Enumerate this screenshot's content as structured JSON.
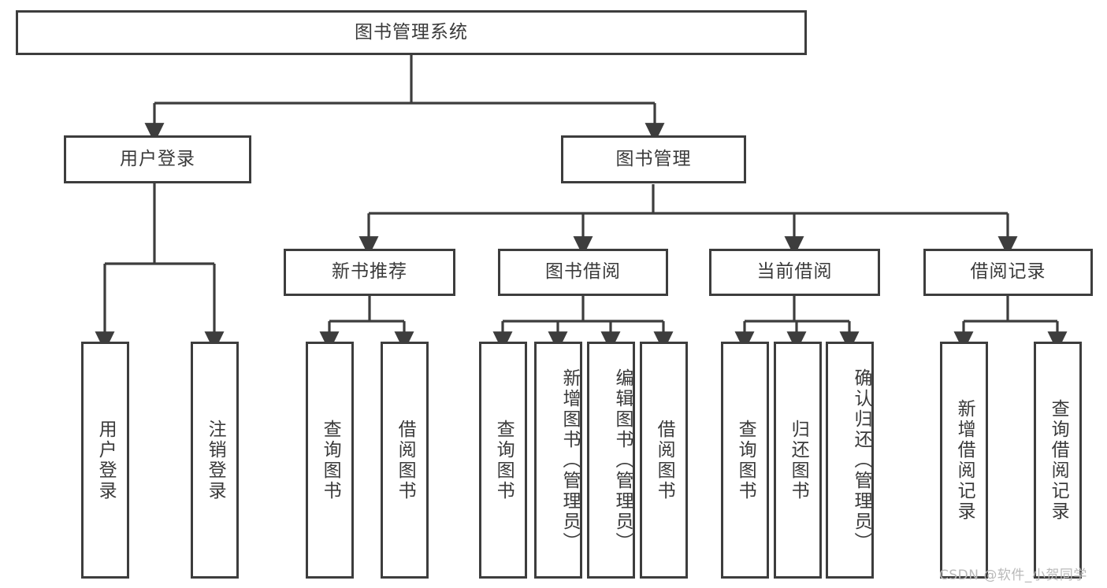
{
  "diagram": {
    "title": "图书管理系统",
    "type": "tree-structure-diagram",
    "stroke_color": "#3d3d3d",
    "text_color": "#3a3a3a",
    "background_color": "#ffffff"
  },
  "nodes": {
    "root": {
      "label": "图书管理系统"
    },
    "level1": [
      {
        "id": "user-login",
        "label": "用户登录"
      },
      {
        "id": "book-manage",
        "label": "图书管理"
      }
    ],
    "level2": [
      {
        "id": "new-book-recommend",
        "label": "新书推荐"
      },
      {
        "id": "book-borrow",
        "label": "图书借阅"
      },
      {
        "id": "current-borrow",
        "label": "当前借阅"
      },
      {
        "id": "borrow-record",
        "label": "借阅记录"
      }
    ],
    "leaves": [
      {
        "id": "leaf-user-login",
        "label": "用户登录",
        "parent": "user-login"
      },
      {
        "id": "leaf-logout-login",
        "label": "注销登录",
        "parent": "user-login"
      },
      {
        "id": "leaf-query-book-1",
        "label": "查询图书",
        "parent": "new-book-recommend"
      },
      {
        "id": "leaf-borrow-book-1",
        "label": "借阅图书",
        "parent": "new-book-recommend"
      },
      {
        "id": "leaf-query-book-2",
        "label": "查询图书",
        "parent": "book-borrow"
      },
      {
        "id": "leaf-add-book",
        "label": "新增图书（管理员）",
        "parent": "book-borrow"
      },
      {
        "id": "leaf-edit-book",
        "label": "编辑图书（管理员）",
        "parent": "book-borrow"
      },
      {
        "id": "leaf-borrow-book-2",
        "label": "借阅图书",
        "parent": "book-borrow"
      },
      {
        "id": "leaf-query-book-3",
        "label": "查询图书",
        "parent": "current-borrow"
      },
      {
        "id": "leaf-return-book",
        "label": "归还图书",
        "parent": "current-borrow"
      },
      {
        "id": "leaf-confirm-return",
        "label": "确认归还（管理员）",
        "parent": "current-borrow"
      },
      {
        "id": "leaf-add-record",
        "label": "新增借阅记录",
        "parent": "borrow-record"
      },
      {
        "id": "leaf-query-record",
        "label": "查询借阅记录",
        "parent": "borrow-record"
      }
    ]
  },
  "watermark": {
    "text": "CSDN @软件_小贺同学"
  }
}
